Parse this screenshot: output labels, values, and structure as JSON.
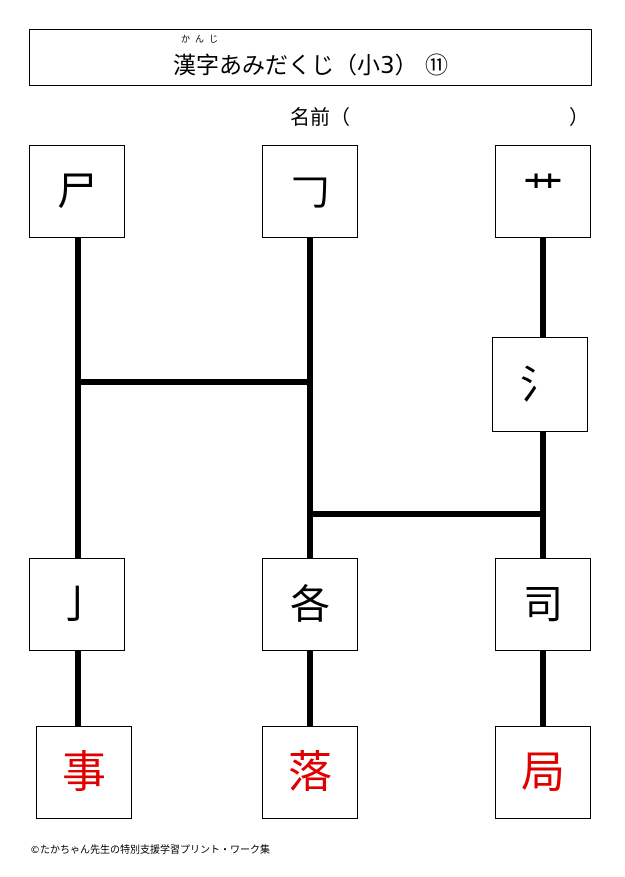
{
  "title": {
    "ruby": "かんじ",
    "text": "漢字あみだくじ（小3）  ⑪"
  },
  "name_field": {
    "label": "名前（",
    "close": "）"
  },
  "top_parts": [
    "尸",
    "𠃌",
    "艹"
  ],
  "mid_part": "氵",
  "lower_parts": [
    "亅",
    "各",
    "司"
  ],
  "answers": [
    "事",
    "落",
    "局"
  ],
  "answer_color": "#e00000",
  "footer": "©たかちゃん先生の特別支援学習プリント・ワーク集"
}
